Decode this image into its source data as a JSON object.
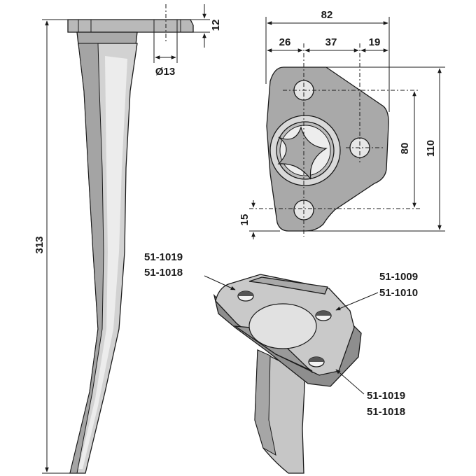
{
  "side_view": {
    "length": "313",
    "flange_thickness": "12",
    "hole_diameter": "Ø13"
  },
  "top_view": {
    "overall_width": "82",
    "spacing_1": "26",
    "spacing_2": "37",
    "spacing_3": "19",
    "inner_height": "80",
    "overall_height": "110",
    "bottom_offset": "15"
  },
  "part_callouts": {
    "top_left": [
      "51-1019",
      "51-1018"
    ],
    "right": [
      "51-1009",
      "51-1010"
    ],
    "bottom_right": [
      "51-1019",
      "51-1018"
    ]
  }
}
